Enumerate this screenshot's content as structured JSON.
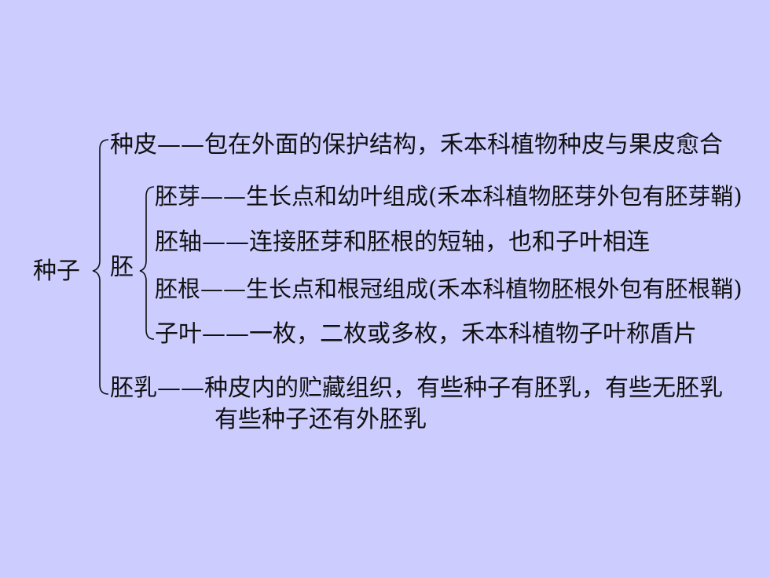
{
  "slide": {
    "root": "种子",
    "embryo": "胚",
    "seed_coat": "种皮——包在外面的保护结构，禾本科植物种皮与果皮愈合",
    "plumule": "胚芽——生长点和幼叶组成(禾本科植物胚芽外包有胚芽鞘)",
    "hypocotyl": "胚轴——连接胚芽和胚根的短轴，也和子叶相连",
    "radicle": "胚根——生长点和根冠组成(禾本科植物胚根外包有胚根鞘)",
    "cotyledon": "子叶——一枚，二枚或多枚，禾本科植物子叶称盾片",
    "endosperm_line1": "胚乳——种皮内的贮藏组织，有些种子有胚乳，有些无胚乳",
    "endosperm_line2": "有些种子还有外胚乳"
  }
}
